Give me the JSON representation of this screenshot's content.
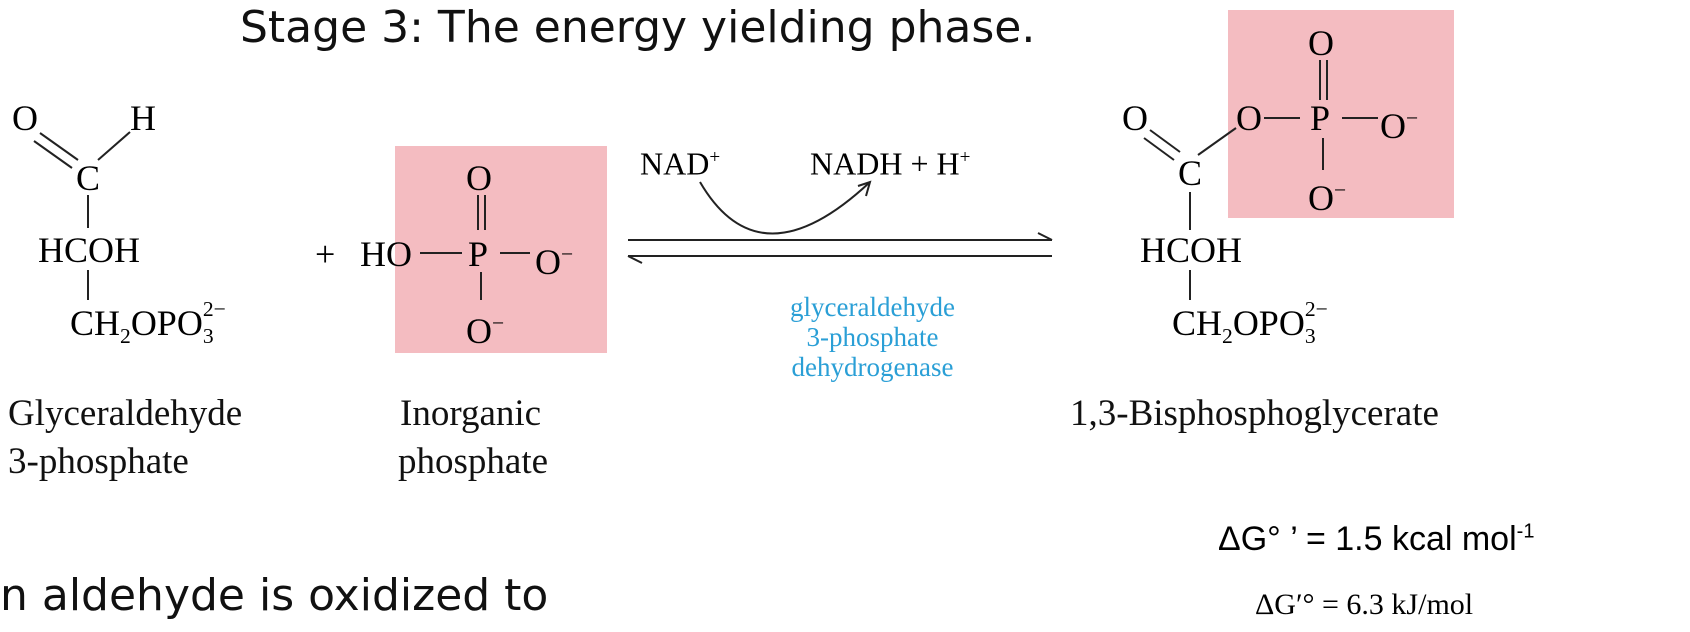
{
  "title": "Stage 3: The energy yielding phase.",
  "footer_text": "n aldehyde is oxidized to",
  "reactant1": {
    "atoms": {
      "O": "O",
      "H": "H",
      "C": "C",
      "HCOH": "HCOH",
      "CH2": "CH",
      "sub2": "2",
      "OPO": "OPO",
      "sup_charge": "2−",
      "sub3": "3"
    },
    "name_line1": "Glyceraldehyde",
    "name_line2": "3-phosphate"
  },
  "plus": "+",
  "reactant2": {
    "atoms": {
      "HO": "HO",
      "P": "P",
      "O_top": "O",
      "O_right": "O",
      "O_bottom": "O",
      "minus": "−"
    },
    "name_line1": "Inorganic",
    "name_line2": "phosphate"
  },
  "cofactors": {
    "nad": "NAD",
    "nad_sup": "+",
    "nadh": "NADH + H",
    "nadh_sup": "+"
  },
  "enzyme": {
    "line1": "glyceraldehyde",
    "line2": "3-phosphate",
    "line3": "dehydrogenase"
  },
  "product": {
    "atoms": {
      "O_left": "O",
      "C": "C",
      "O_link": "O",
      "P": "P",
      "O_top": "O",
      "O_right": "O",
      "O_bottom": "O",
      "minus": "−",
      "HCOH": "HCOH",
      "CH2": "CH",
      "sub2": "2",
      "OPO": "OPO",
      "sup_charge": "2−",
      "sub3": "3"
    },
    "name": "1,3-Bisphosphoglycerate"
  },
  "energy": {
    "kcal_prefix": "ΔG°  ’ = 1.5 kcal mol",
    "kcal_exp": "-1",
    "kj": "ΔG′° = 6.3 kJ/mol"
  },
  "colors": {
    "highlight": "#f4bcc1",
    "enzyme_text": "#2a9fd6"
  }
}
